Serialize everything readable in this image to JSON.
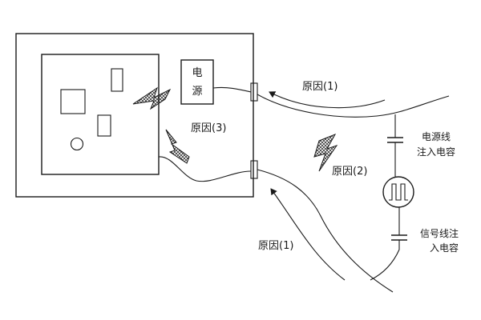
{
  "labels": {
    "power_block_line1": "电",
    "power_block_line2": "源",
    "cause1_top": "原因(1)",
    "cause3": "原因(3)",
    "cause2": "原因(2)",
    "cause1_bottom": "原因(1)",
    "power_line_injection_line1": "电源线",
    "power_line_injection_line2": "注入电容",
    "signal_line_injection_line1": "信号线注",
    "signal_line_injection_line2": "入电容"
  },
  "icons": {
    "interference": "lightning-bolt-icon",
    "pulse_source": "pulse-generator-icon",
    "capacitor": "capacitor-icon",
    "connector": "connector-icon"
  },
  "colors": {
    "line": "#1a1a1a",
    "background": "#ffffff"
  }
}
